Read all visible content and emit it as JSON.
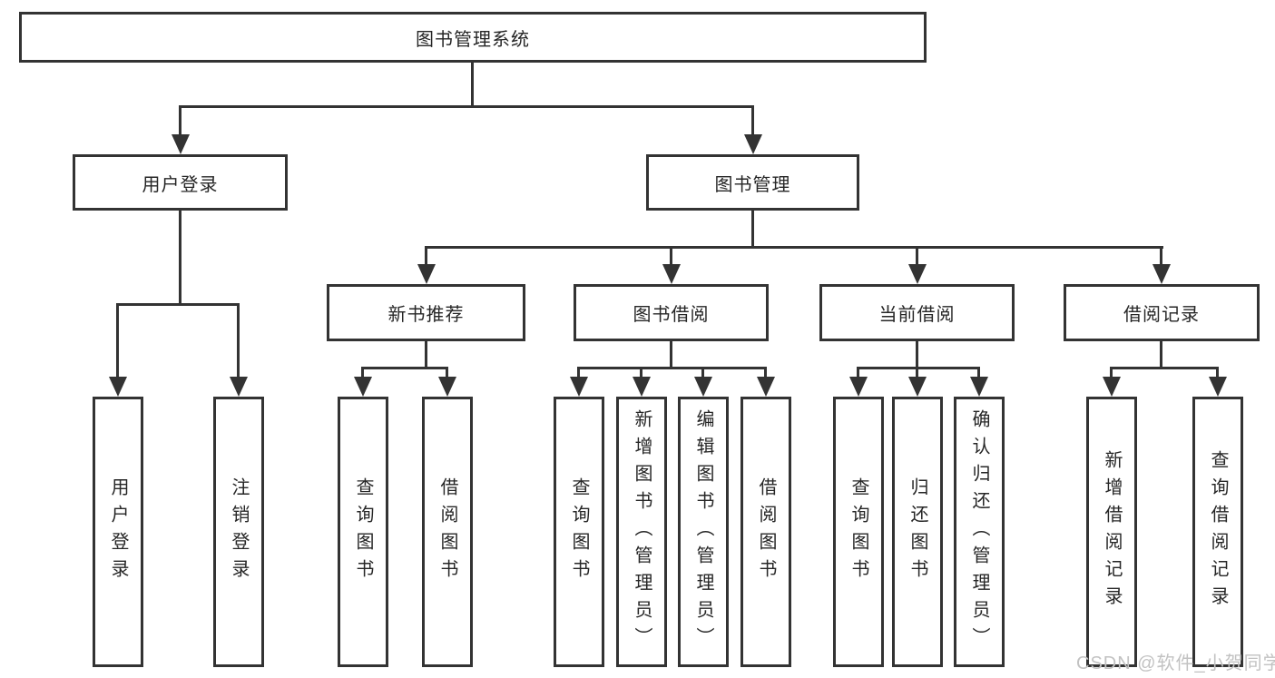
{
  "tree": {
    "root": {
      "label": "图书管理系统"
    },
    "branches": [
      {
        "label": "用户登录",
        "children": [
          {
            "label": "用户登录"
          },
          {
            "label": "注销登录"
          }
        ]
      },
      {
        "label": "图书管理",
        "sections": [
          {
            "label": "新书推荐",
            "children": [
              {
                "label": "查询图书"
              },
              {
                "label": "借阅图书"
              }
            ]
          },
          {
            "label": "图书借阅",
            "children": [
              {
                "label": "查询图书"
              },
              {
                "label": "新增图书（管理员）"
              },
              {
                "label": "编辑图书（管理员）"
              },
              {
                "label": "借阅图书"
              }
            ]
          },
          {
            "label": "当前借阅",
            "children": [
              {
                "label": "查询图书"
              },
              {
                "label": "归还图书"
              },
              {
                "label": "确认归还（管理员）"
              }
            ]
          },
          {
            "label": "借阅记录",
            "children": [
              {
                "label": "新增借阅记录"
              },
              {
                "label": "查询借阅记录"
              }
            ]
          }
        ]
      }
    ]
  },
  "watermark": {
    "text": "CSDN @软件_小贺同学"
  },
  "colors": {
    "line": "#333333",
    "text": "#262626",
    "watermark": "#c2c2c2",
    "background": "#ffffff"
  }
}
